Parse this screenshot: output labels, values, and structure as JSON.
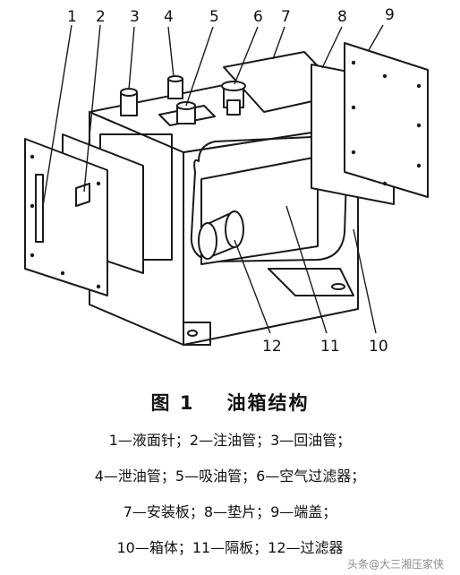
{
  "diagram": {
    "callouts": [
      "1",
      "2",
      "3",
      "4",
      "5",
      "6",
      "7",
      "8",
      "9",
      "10",
      "11",
      "12"
    ]
  },
  "caption": {
    "figure_label": "图 1",
    "title": "油箱结构"
  },
  "legend_lines": [
    "1—液面针；2—注油管；3—回油管；",
    "4—泄油管；5—吸油管；6—空气过滤器；",
    "7—安装板；8—垫片；9—端盖；",
    "10—箱体；11—隔板；12—过滤器"
  ],
  "watermark": "头条@大三湘压家侠"
}
